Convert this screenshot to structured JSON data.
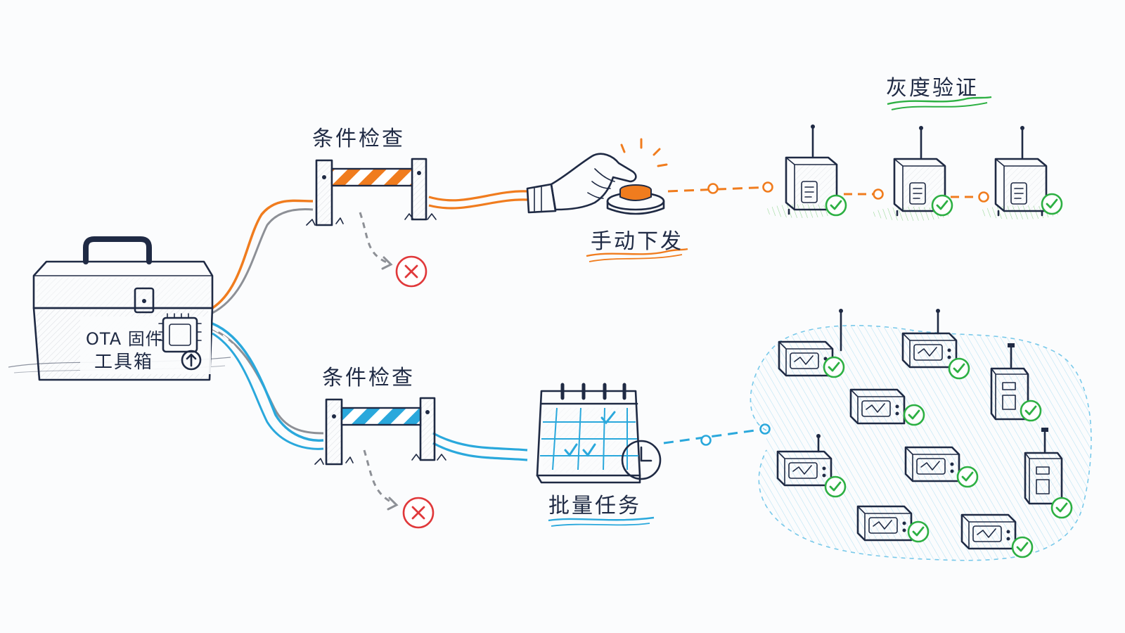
{
  "toolbox": {
    "line1": "OTA 固件",
    "line2": "工具箱"
  },
  "top_path": {
    "check_label": "条件检查",
    "trigger_label": "手动下发",
    "verify_label": "灰度验证"
  },
  "bottom_path": {
    "check_label": "条件检查",
    "trigger_label": "批量任务"
  },
  "colors": {
    "ink": "#1f2a44",
    "manual_path": "#f07c1e",
    "batch_path": "#2aa8dc",
    "success": "#2db043",
    "reject": "#e0383a",
    "neutral_path": "#8d9096"
  },
  "icons": [
    "toolbox-icon",
    "chip-icon",
    "upload-arrow-icon",
    "barrier-icon",
    "reject-x-icon",
    "hand-pressing-button-icon",
    "calendar-icon",
    "clock-icon",
    "device-icon",
    "antenna-icon",
    "check-badge-icon"
  ]
}
